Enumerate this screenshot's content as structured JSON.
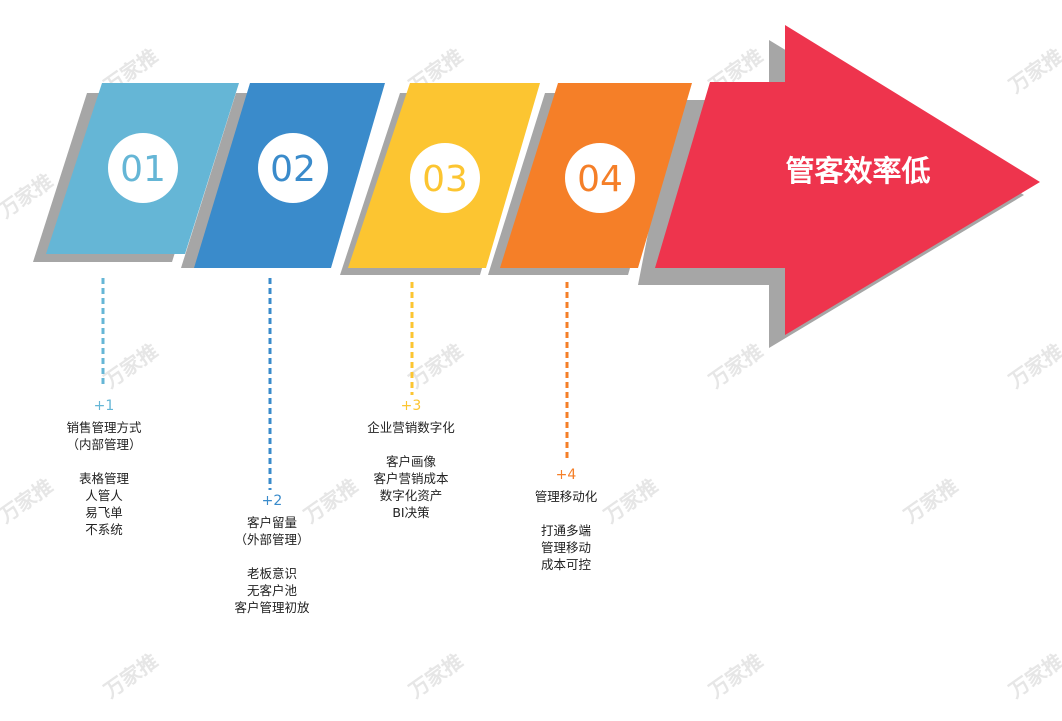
{
  "watermark": "万家推",
  "colors": {
    "step1": "#65b6d6",
    "step2": "#3a8bcb",
    "step3": "#fcc531",
    "step4": "#f57f28",
    "arrow": "#ee344d",
    "shadow": "#a6a6a6"
  },
  "arrow": {
    "title": "管客效率低"
  },
  "steps": [
    {
      "badge": "01",
      "num": "+1",
      "title": "销售管理方式",
      "subtitle": "（内部管理）",
      "items": [
        "表格管理",
        "人管人",
        "易飞单",
        "不系统"
      ]
    },
    {
      "badge": "02",
      "num": "+2",
      "title": "客户留量",
      "subtitle": "（外部管理）",
      "items": [
        "老板意识",
        "无客户池",
        "客户管理初放"
      ]
    },
    {
      "badge": "03",
      "num": "+3",
      "title": "企业营销数字化",
      "subtitle": "",
      "items": [
        "客户画像",
        "客户营销成本",
        "数字化资产",
        "BI决策"
      ]
    },
    {
      "badge": "04",
      "num": "+4",
      "title": "管理移动化",
      "subtitle": "",
      "items": [
        "打通多端",
        "管理移动",
        "成本可控"
      ]
    }
  ]
}
